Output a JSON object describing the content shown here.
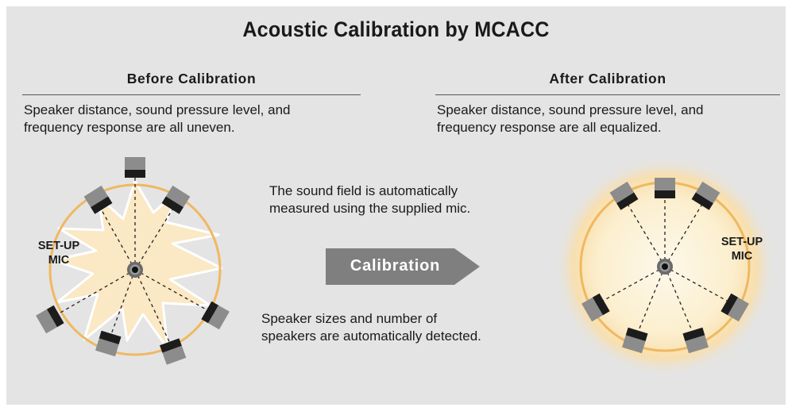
{
  "title": "Acoustic Calibration by MCACC",
  "before": {
    "heading": "Before Calibration",
    "desc_line1": "Speaker distance, sound pressure level, and",
    "desc_line2": "frequency response are all uneven.",
    "mic_line1": "SET-UP",
    "mic_line2": "MIC"
  },
  "after": {
    "heading": "After Calibration",
    "desc_line1": "Speaker distance, sound pressure level, and",
    "desc_line2": "frequency response are all equalized.",
    "mic_line1": "SET-UP",
    "mic_line2": "MIC"
  },
  "middle": {
    "top_line1": "The sound field is automatically",
    "top_line2": "measured using the supplied mic.",
    "arrow_label": "Calibration",
    "bottom_line1": "Speaker sizes and number of",
    "bottom_line2": "speakers are automatically detected."
  },
  "colors": {
    "panel": "#e4e4e4",
    "ring": "#f0b860",
    "glow": "#fbecc8",
    "speaker_front": "#1c1c1c",
    "speaker_body": "#8c8c8c",
    "arrow": "#7f7f7f"
  }
}
